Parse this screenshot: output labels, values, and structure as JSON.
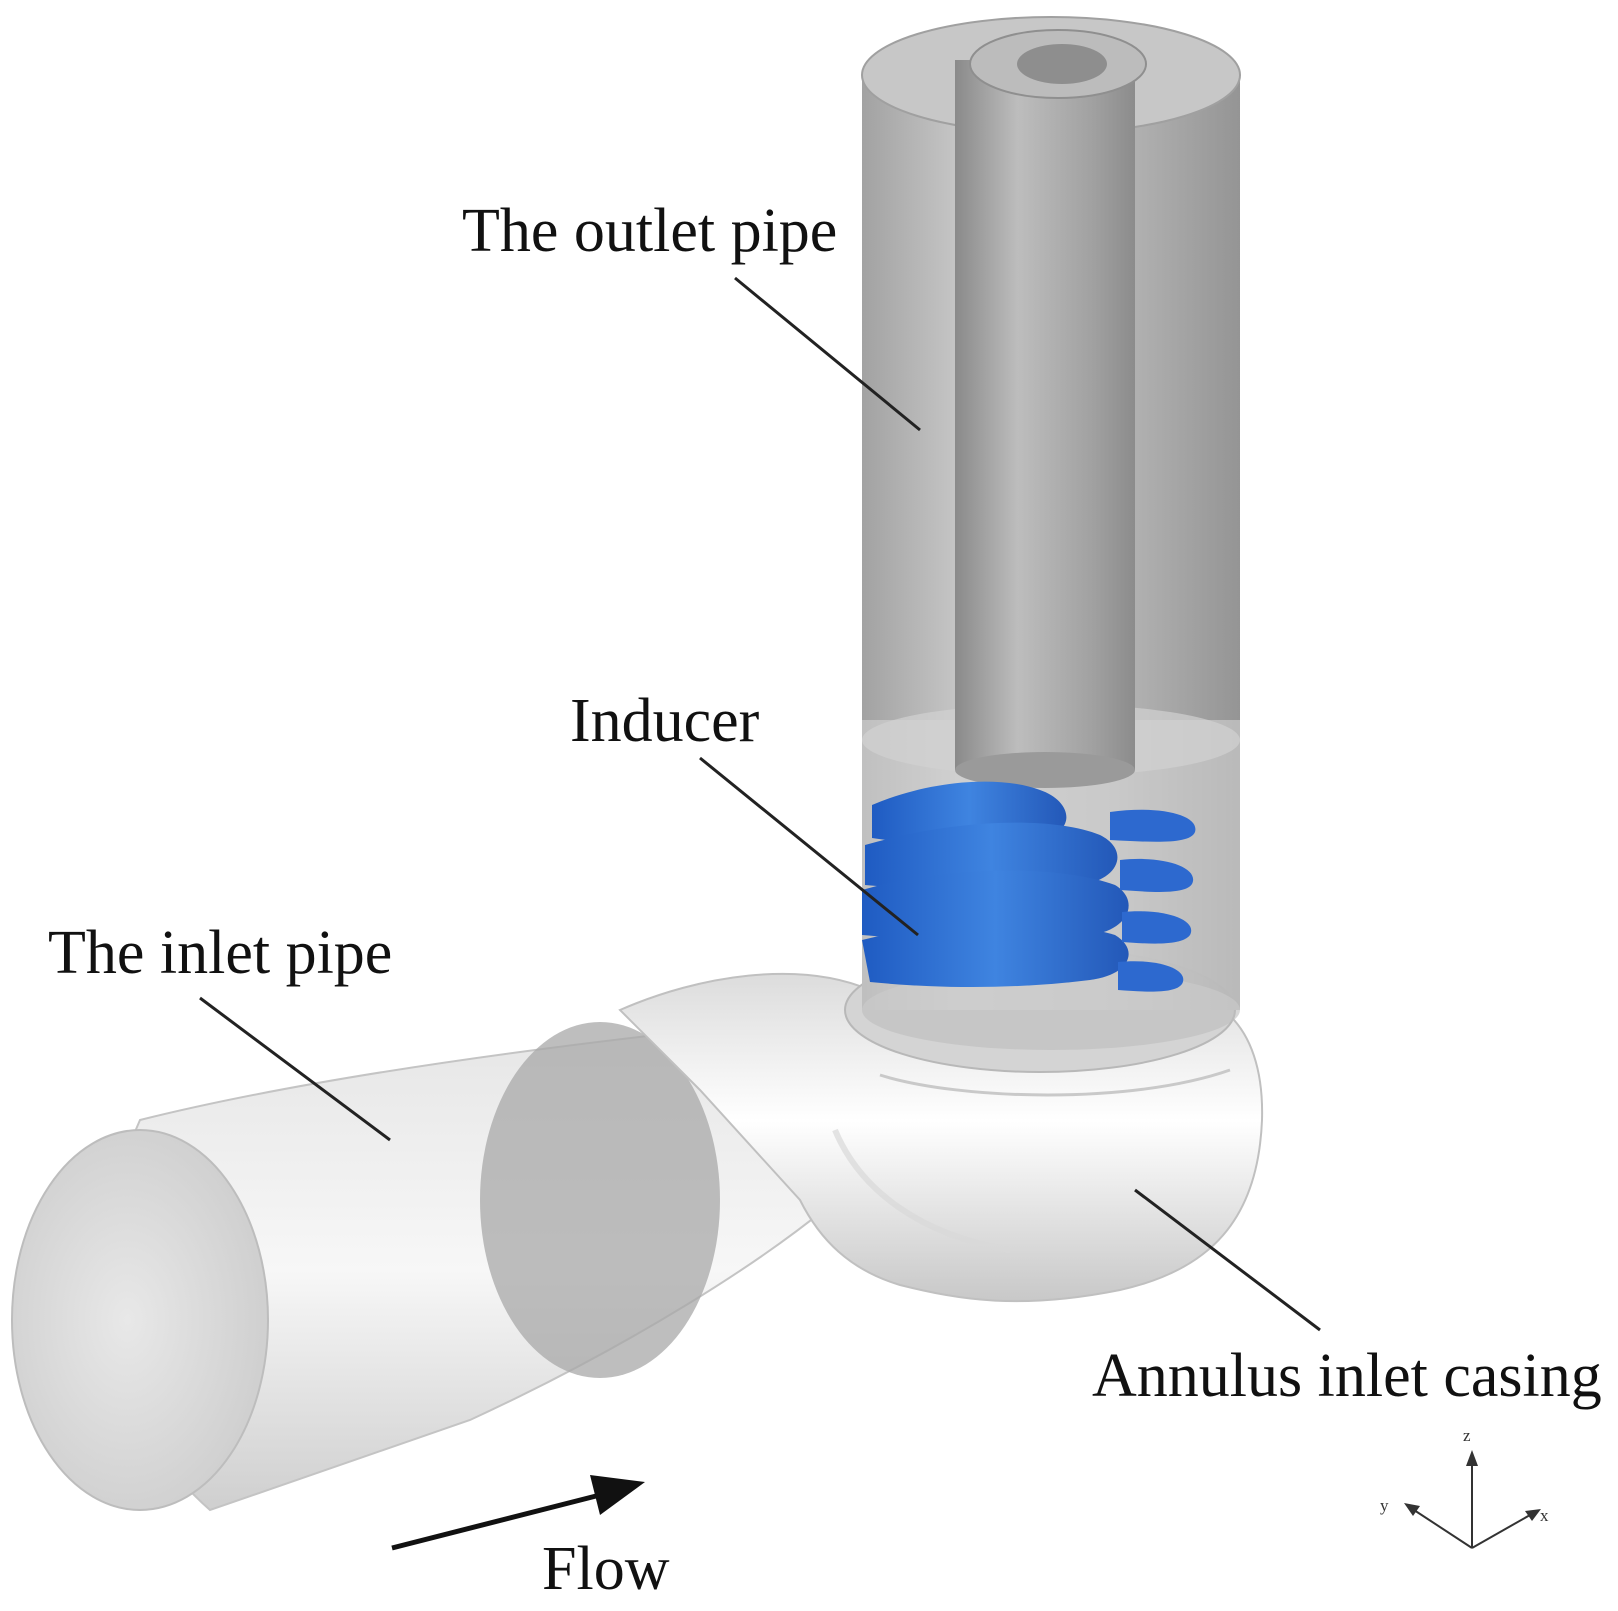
{
  "labels": {
    "outlet_pipe": "The outlet pipe",
    "inducer": "Inducer",
    "inlet_pipe": "The inlet pipe",
    "annulus_inlet_casing": "Annulus inlet casing",
    "flow": "Flow"
  },
  "axes": {
    "z": "z",
    "y": "y",
    "x": "x"
  },
  "colors": {
    "inducer_blue": "#2f6fd0",
    "pipe_gray": "#b9b9b9",
    "casing_light": "#ececec",
    "leader_line": "#222222"
  }
}
